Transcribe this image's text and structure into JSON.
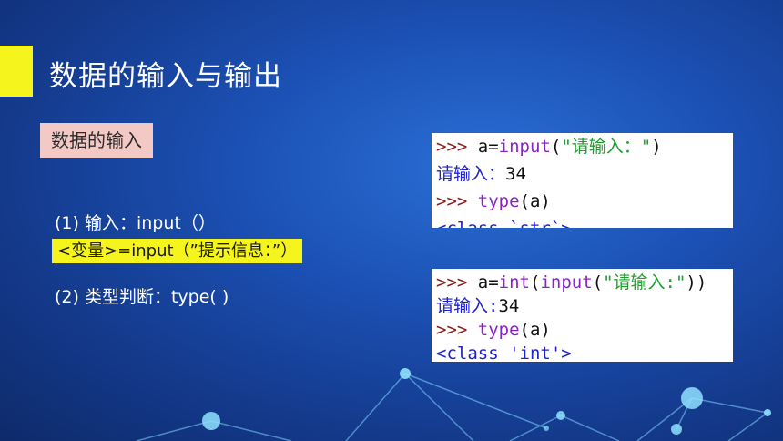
{
  "slide": {
    "title": "数据的输入与输出",
    "section_label": "数据的输入",
    "items": [
      "(1) 输入：input（）",
      "<变量>=input（”提示信息：”）",
      "(2) 类型判断：type( )"
    ]
  },
  "code_example_1": {
    "line1": {
      "prompt": ">>>",
      "code_pre": " a=",
      "func": "input",
      "paren_open": "(",
      "string": "\"请输入：\"",
      "paren_close": ")"
    },
    "line2": {
      "output_text": "请输入：",
      "input_value": "34"
    },
    "line3": {
      "prompt": ">>>",
      "func": " type",
      "args": "(a)"
    },
    "line4": {
      "result": "<class `str`>"
    }
  },
  "code_example_2": {
    "line1": {
      "prompt": ">>>",
      "code_pre": " a=",
      "func1": "int",
      "paren1": "(",
      "func2": "input",
      "paren2": "(",
      "string": "\"请输入:\"",
      "close": "))"
    },
    "line2": {
      "output_text": "请输入:",
      "input_value": "34"
    },
    "line3": {
      "prompt": ">>>",
      "func": " type",
      "args": "(a)"
    },
    "line4": {
      "result": "<class 'int'>"
    }
  },
  "colors": {
    "accent_yellow": "#f5f51d",
    "label_pink": "#f3c9c5",
    "prompt": "#8b1a1a",
    "builtin": "#8b22c7",
    "string": "#1f9e2c",
    "output": "#1f22c9"
  }
}
